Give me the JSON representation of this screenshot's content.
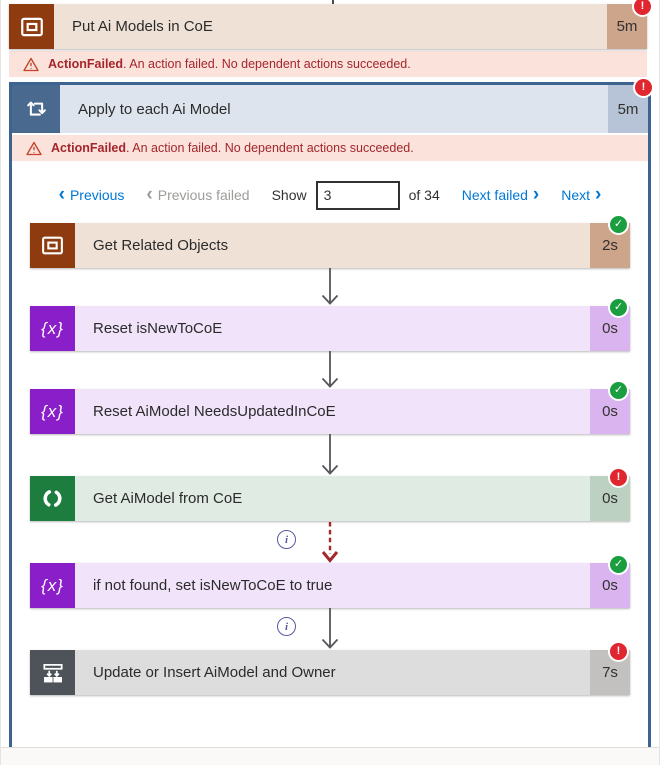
{
  "glyphs": {
    "variable": "{x}",
    "success_check": "✓",
    "fail_mark": "!",
    "info": "i",
    "chevron_left": "‹",
    "chevron_right": "›"
  },
  "colors": {
    "link_blue": "#0078D4",
    "error_text_red": "#A4262C",
    "success_badge_green": "#1B9E3F",
    "fail_badge_red": "#E0262E",
    "scope_border_blue": "#3D6390",
    "workflow_brown": "#8E3B10",
    "variable_purple": "#8A1FC9",
    "dataverse_green": "#1D7D3E",
    "scope_gray": "#4D5359",
    "loop_blue": "#4A698F"
  },
  "top_action": {
    "title": "Put Ai Models in CoE",
    "duration": "5m",
    "status": "failed",
    "error": {
      "code": "ActionFailed",
      "message": ". An action failed. No dependent actions succeeded."
    }
  },
  "scope": {
    "title": "Apply to each Ai Model",
    "duration": "5m",
    "status": "failed",
    "error": {
      "code": "ActionFailed",
      "message": ". An action failed. No dependent actions succeeded."
    },
    "pagination": {
      "previous": "Previous",
      "previous_failed": "Previous failed",
      "show_label": "Show",
      "page_value": "3",
      "of_total": "of 34",
      "next_failed": "Next failed",
      "next": "Next"
    },
    "actions": [
      {
        "title": "Get Related Objects",
        "duration": "2s",
        "status": "succeeded",
        "icon": "workflow-icon"
      },
      {
        "title": "Reset isNewToCoE",
        "duration": "0s",
        "status": "succeeded",
        "icon": "variable-icon"
      },
      {
        "title": "Reset AiModel NeedsUpdatedInCoE",
        "duration": "0s",
        "status": "succeeded",
        "icon": "variable-icon"
      },
      {
        "title": "Get AiModel from CoE",
        "duration": "0s",
        "status": "failed",
        "icon": "dataverse-icon"
      },
      {
        "title": "if not found, set isNewToCoE to true",
        "duration": "0s",
        "status": "succeeded",
        "icon": "variable-icon"
      },
      {
        "title": "Update or Insert AiModel and Owner",
        "duration": "7s",
        "status": "failed",
        "icon": "scope-icon"
      }
    ]
  }
}
